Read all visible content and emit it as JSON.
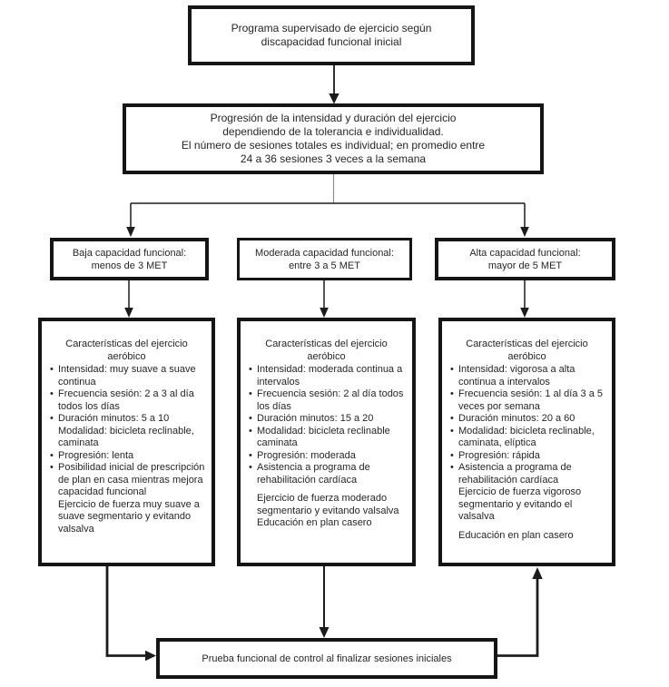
{
  "colors": {
    "border": "#151515",
    "text": "#262626",
    "bg": "#ffffff",
    "line": "#1c1c1c"
  },
  "flowchart": {
    "top_box": {
      "lines": [
        "Programa supervisado de ejercicio según",
        "discapacidad funcional inicial"
      ]
    },
    "progression_box": {
      "lines": [
        "Progresión de la intensidad y duración del ejercicio",
        "dependiendo de la tolerancia e individualidad.",
        "El número de sesiones totales es individual; en promedio entre",
        "24 a 36 sesiones 3 veces a la semana"
      ]
    },
    "branches": [
      {
        "id": "baja",
        "header_lines": [
          "Baja capacidad funcional:",
          "menos de 3 MET"
        ],
        "detail": {
          "title_lines": [
            "Características del ejercicio",
            "aeróbico"
          ],
          "items": [
            {
              "bullet": true,
              "text": "Intensidad: muy suave a suave continua"
            },
            {
              "bullet": true,
              "text": "Frecuencia sesión: 2 a 3 al día todos los días"
            },
            {
              "bullet": true,
              "text": "Duración minutos: 5 a 10"
            },
            {
              "bullet": false,
              "text": "Modalidad: bicicleta reclinable, caminata"
            },
            {
              "bullet": true,
              "text": "Progresión: lenta"
            },
            {
              "bullet": true,
              "text": "Posibilidad inicial de prescripción de plan en casa mientras mejora capacidad funcional"
            },
            {
              "bullet": false,
              "text": "Ejercicio de fuerza muy suave a suave segmentario y evitando valsalva"
            }
          ]
        }
      },
      {
        "id": "moderada",
        "header_lines": [
          "Moderada capacidad funcional:",
          "entre 3 a 5 MET"
        ],
        "detail": {
          "title_lines": [
            "Características del ejercicio",
            "aeróbico"
          ],
          "items": [
            {
              "bullet": true,
              "text": "Intensidad: moderada continua a intervalos"
            },
            {
              "bullet": true,
              "text": "Frecuencia sesión: 2 al día todos los días"
            },
            {
              "bullet": true,
              "text": "Duración minutos: 15 a 20"
            },
            {
              "bullet": true,
              "text": "Modalidad: bicicleta reclinable caminata"
            },
            {
              "bullet": true,
              "text": "Progresión: moderada"
            },
            {
              "bullet": true,
              "text": "Asistencia a programa de rehabilitación cardíaca"
            },
            {
              "bullet": false,
              "spaced": true,
              "text": "Ejercicio de fuerza moderado segmentario y evitando valsalva"
            },
            {
              "bullet": false,
              "text": "Educación en plan casero"
            }
          ]
        }
      },
      {
        "id": "alta",
        "header_lines": [
          "Alta capacidad funcional:",
          "mayor de 5 MET"
        ],
        "detail": {
          "title_lines": [
            "Características del ejercicio",
            "aeróbico"
          ],
          "items": [
            {
              "bullet": true,
              "text": "Intensidad: vigorosa a alta continua a intervalos"
            },
            {
              "bullet": true,
              "text": "Frecuencia sesión: 1 al día 3 a 5 veces por semana"
            },
            {
              "bullet": true,
              "text": "Duración minutos: 20 a 60"
            },
            {
              "bullet": true,
              "text": "Modalidad: bicicleta reclinable, caminata, elíptica"
            },
            {
              "bullet": true,
              "text": "Progresión: rápida"
            },
            {
              "bullet": true,
              "text": "Asistencia a programa de rehabilitación cardíaca"
            },
            {
              "bullet": false,
              "text": "Ejercicio de fuerza vigoroso segmentario y evitando el valsalva"
            },
            {
              "bullet": false,
              "spaced": true,
              "text": "Educación en plan casero"
            }
          ]
        }
      }
    ],
    "result_box": {
      "label": "Prueba funcional de control al finalizar sesiones iniciales"
    }
  }
}
